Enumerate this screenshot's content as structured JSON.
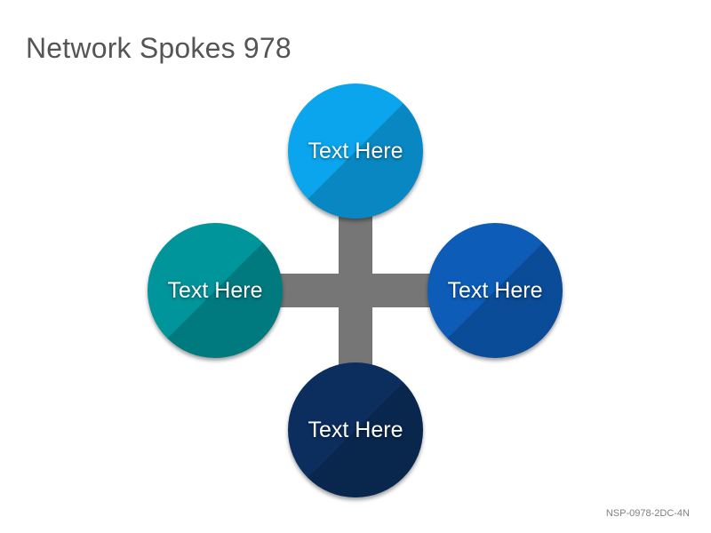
{
  "slide": {
    "title": "Network Spokes 978",
    "code": "NSP-0978-2DC-4N"
  },
  "diagram": {
    "connector_color": "#767676",
    "nodes": [
      {
        "position": "top",
        "label": "Text Here",
        "color": "#0aa5ec"
      },
      {
        "position": "left",
        "label": "Text Here",
        "color": "#00949b"
      },
      {
        "position": "right",
        "label": "Text Here",
        "color": "#0c5cb8"
      },
      {
        "position": "bottom",
        "label": "Text Here",
        "color": "#0b2e5e"
      }
    ]
  }
}
